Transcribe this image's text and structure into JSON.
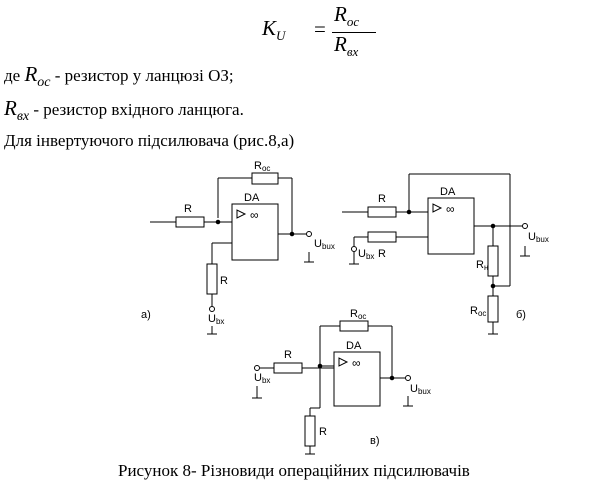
{
  "formula": {
    "lhs": "K",
    "lhs_sub": "U",
    "eq": "=",
    "num": "R",
    "num_sub": "ос",
    "den": "R",
    "den_sub": "вх"
  },
  "lines": [
    {
      "prefix": "де ",
      "var": "R",
      "sub": "ос",
      "text": " - резистор у ланцюзі ОЗ;"
    },
    {
      "prefix": "",
      "var": "R",
      "sub": "вх",
      "text": " - резистор вхідного ланцюга."
    }
  ],
  "intro": "Для інвертуючого  підсилювача (рис.8,а)",
  "circuit_labels": {
    "roc": "R",
    "roc_sub": "ос",
    "r": "R",
    "rn": "R",
    "rn_sub": "н",
    "da": "DA",
    "inf": "∞",
    "ubx": "U",
    "ubx_sub": "bx",
    "ubux": "U",
    "ubux_sub": "bux",
    "label_a": "a)",
    "label_b": "б)",
    "label_v": "в)"
  },
  "caption": "Рисунок  8-  Різновиди операційних підсилювачів"
}
